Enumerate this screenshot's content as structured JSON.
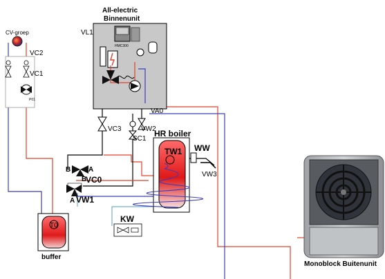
{
  "labels": {
    "indoor_unit_line1": "All-electric",
    "indoor_unit_line2": "Binnenunit",
    "controller": "HMC300",
    "cv_group": "CV-groep",
    "vl1": "VL1",
    "vc2": "VC2",
    "vc1": "VC1",
    "pump_p01": "P01",
    "va0": "VA0",
    "vc3": "VC3",
    "vw2": "VW2",
    "sc1": "SC1",
    "hr_boiler": "HR boiler",
    "tw1": "TW1",
    "ww": "WW",
    "vw3": "VW3",
    "valve_b": "B",
    "valve_a": "A",
    "vc0": "VC0",
    "vw1": "VW1",
    "kw": "KW",
    "t0": "T0",
    "buffer": "buffer",
    "outdoor_unit": "Monoblock Buitenunit"
  },
  "colors": {
    "supply_pipe": "#e0402a",
    "return_pipe": "#3b3bbd",
    "cold_water_pipe": "#6fb0d8",
    "unit_fill": "#c8c8c8",
    "tank_fill": "#d81a1a",
    "outdoor_unit_dark": "#585c60",
    "outdoor_unit_light": "#c0c3c6"
  }
}
